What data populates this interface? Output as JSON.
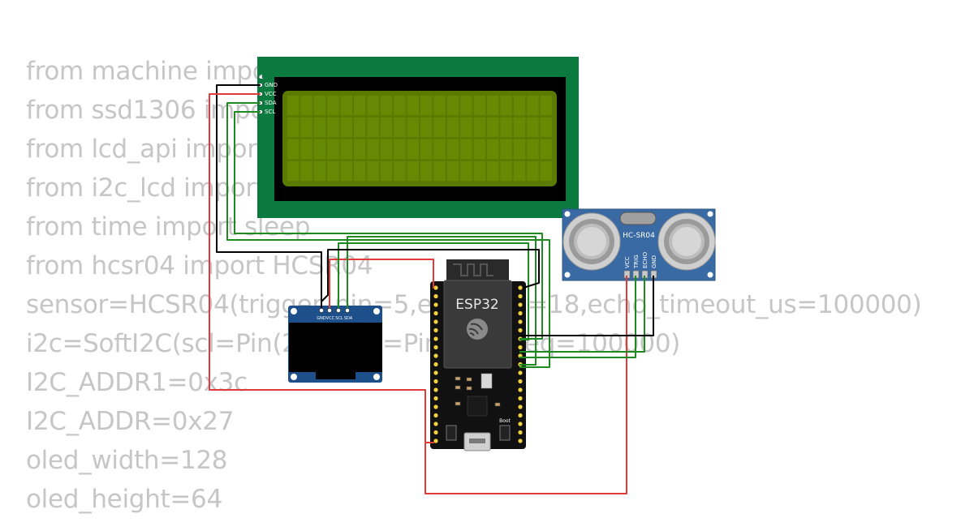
{
  "code_lines": [
    "from machine import Pin, SoftI2C",
    "from ssd1306 import SSD1306_I2C",
    "from lcd_api import LcdApi",
    "from i2c_lcd import I2cLcd",
    "from time import sleep",
    "from hcsr04 import HCSR04",
    "sensor=HCSR04(trigger_pin=5,echo_pin=18,echo_timeout_us=100000)",
    "i2c=SoftI2C(scl=Pin(22), sda=Pin(21), freq=100000)",
    "I2C_ADDR1=0x3c",
    "I2C_ADDR=0x27",
    "oled_width=128",
    "oled_height=64"
  ],
  "lcd": {
    "pins": [
      "1",
      "GND",
      "VCC",
      "SDA",
      "SCL"
    ]
  },
  "oled": {
    "pins": [
      "GND",
      "VCC",
      "SCL",
      "SDA"
    ]
  },
  "esp32": {
    "label": "ESP32",
    "boot_label": "Boot"
  },
  "hcsr04": {
    "label": "HC-SR04",
    "pins": [
      "VCC",
      "TRIG",
      "ECHO",
      "GND"
    ]
  },
  "colors": {
    "wire_black": "#000000",
    "wire_red": "#e03a3a",
    "wire_green": "#1f8a1f",
    "lcd_board": "#0b7a3f",
    "lcd_screen": "#5a7a00",
    "sensor_board": "#3a6aa3"
  }
}
